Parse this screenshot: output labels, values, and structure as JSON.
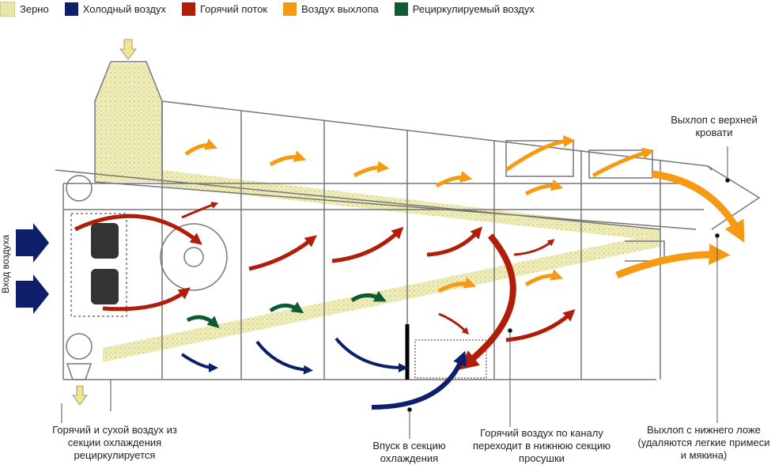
{
  "legend": [
    {
      "label": "Зерно",
      "color": "#e8e6a8"
    },
    {
      "label": "Холодный воздух",
      "color": "#0d1f6b"
    },
    {
      "label": "Горячий поток",
      "color": "#b01e0a"
    },
    {
      "label": "Воздух выхлопа",
      "color": "#f59a12"
    },
    {
      "label": "Рециркулируемый воздух",
      "color": "#0e5a32"
    }
  ],
  "labels": {
    "air_inlet": "Вход воздуха",
    "upper_exhaust": "Выхлоп с верхней кровати",
    "recirculated": "Горячий и сухой воздух из секции охлаждения рециркулируется",
    "cooling_inlet": "Впуск в секцию охлаждения",
    "hot_channel": "Горячий воздух по каналу переходит в нижнюю секцию просушки",
    "lower_exhaust": "Выхлоп с нижнего ложе (удаляются легкие примеси и мякина)"
  }
}
